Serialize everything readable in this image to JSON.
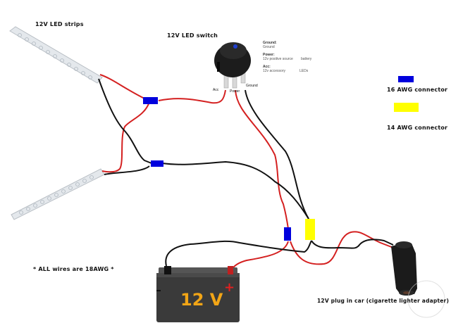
{
  "labels": {
    "led_strips": "12V LED strips",
    "led_switch": "12V LED switch",
    "all_wires": "* ALL wires are 18AWG *",
    "plug": "12V plug in car (cigarette lighter adapter)",
    "battery_text": "12 V",
    "battery_plus": "+"
  },
  "switch_pins": {
    "acc": "Acc",
    "power": "Power",
    "ground": "Ground"
  },
  "switch_info": [
    {
      "title": "Ground:",
      "line": "Ground",
      "extra": ""
    },
    {
      "title": "Power:",
      "line": "12v positive source",
      "extra": "battery"
    },
    {
      "title": "Acc:",
      "line": "12v accessory",
      "extra": "LEDs"
    }
  ],
  "legend": [
    {
      "label": "16 AWG connector",
      "color": "#0000dd"
    },
    {
      "label": "14 AWG connector",
      "color": "#ffff00"
    }
  ],
  "colors": {
    "positive_wire": "#d42020",
    "ground_wire": "#111111",
    "connector_16awg": "#0000dd",
    "connector_14awg": "#ffff00",
    "battery_body": "#3a3a3a",
    "battery_text": "#f2a516"
  }
}
